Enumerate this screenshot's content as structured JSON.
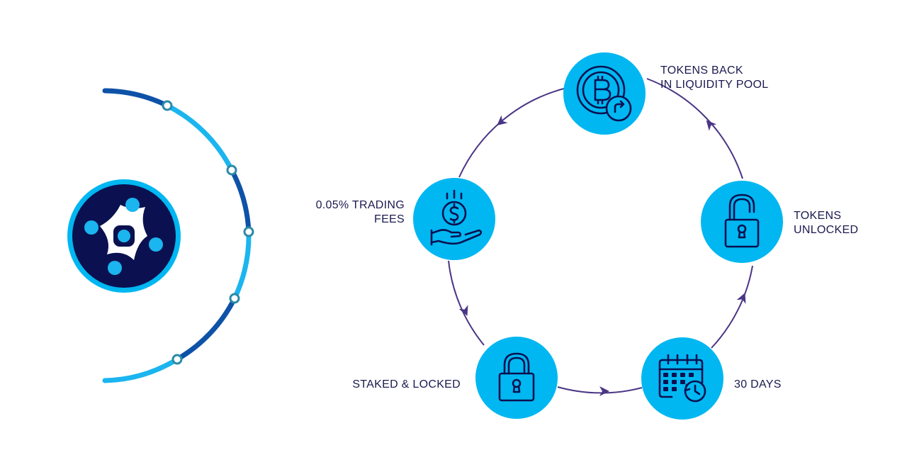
{
  "colors": {
    "accent": "#00b7f1",
    "navy": "#0b1150",
    "arc_dark": "#0e52a8",
    "arc_light": "#1bb5ef",
    "cycle_line": "#4a3585",
    "icon_stroke": "#0b1150",
    "label_text": "#1b1a4f"
  },
  "logo": {
    "icon": "network-nodes-logo"
  },
  "steps": [
    {
      "id": "pool",
      "icon": "bitcoin-refresh-icon",
      "label_lines": [
        "TOKENS BACK",
        "IN LIQUIDITY POOL"
      ]
    },
    {
      "id": "unlocked",
      "icon": "open-padlock-icon",
      "label_lines": [
        "TOKENS",
        "UNLOCKED"
      ]
    },
    {
      "id": "days",
      "icon": "calendar-clock-icon",
      "label_lines": [
        "30 DAYS"
      ]
    },
    {
      "id": "staked",
      "icon": "padlock-icon",
      "label_lines": [
        "STAKED & LOCKED"
      ]
    },
    {
      "id": "fees",
      "icon": "coin-hand-icon",
      "label_lines": [
        "0.05% TRADING",
        "FEES"
      ]
    }
  ]
}
